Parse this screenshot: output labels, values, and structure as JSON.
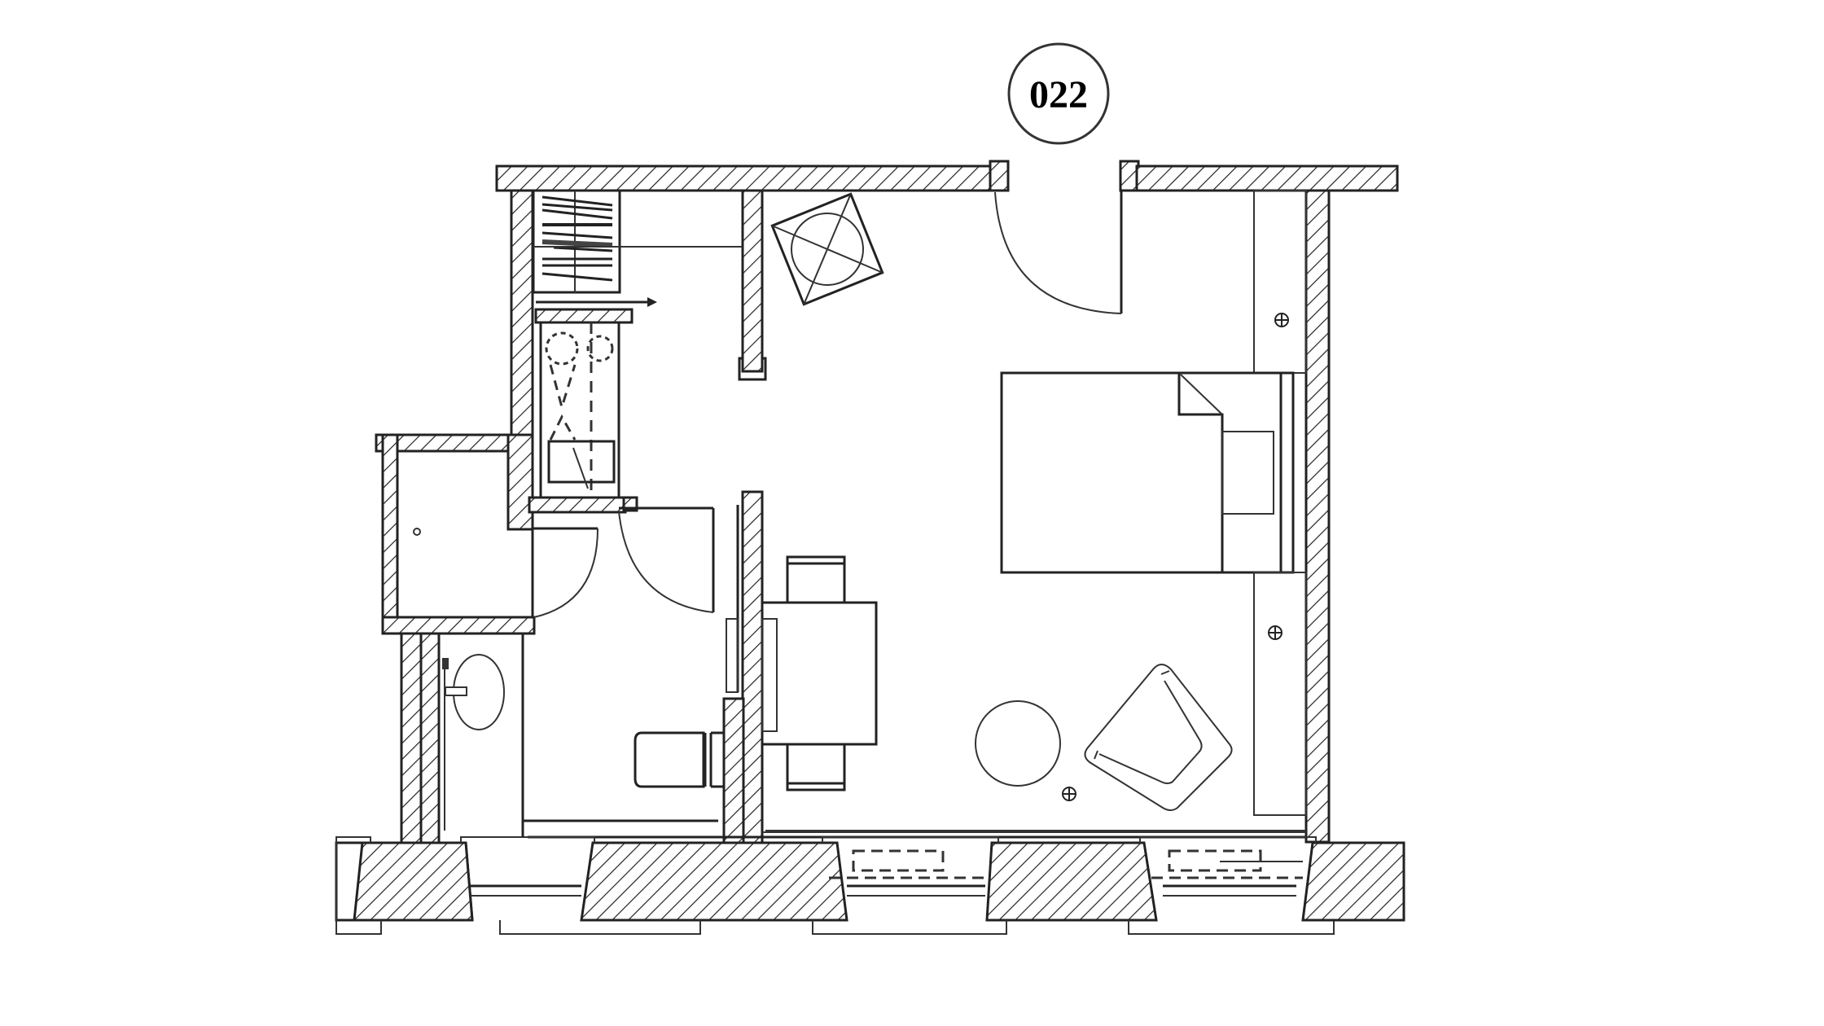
{
  "diagram": {
    "type": "architectural-floor-plan",
    "room_tag": {
      "label": "022",
      "shape": "circle"
    },
    "rooms": [
      {
        "name": "main-room",
        "contents": [
          "double-bed",
          "two-nightstands",
          "wardrobe-column",
          "dining-table",
          "two-chairs",
          "armchair",
          "round-side-table",
          "luggage-rack",
          "floor-outlets"
        ]
      },
      {
        "name": "bathroom",
        "contents": [
          "washbasin",
          "toilet"
        ]
      },
      {
        "name": "closet",
        "contents": [
          "cabinet"
        ]
      },
      {
        "name": "kitchenette",
        "contents": [
          "hob",
          "sink"
        ]
      }
    ],
    "doors": [
      {
        "name": "entrance-door",
        "swing": "inward-left"
      },
      {
        "name": "bathroom-door",
        "swing": "inward"
      },
      {
        "name": "closet-door",
        "swing": "outward"
      }
    ],
    "windows": [
      {
        "name": "window-1"
      },
      {
        "name": "window-2"
      },
      {
        "name": "window-3"
      }
    ],
    "radiators": [
      {
        "name": "radiator-1"
      },
      {
        "name": "radiator-2"
      }
    ]
  }
}
